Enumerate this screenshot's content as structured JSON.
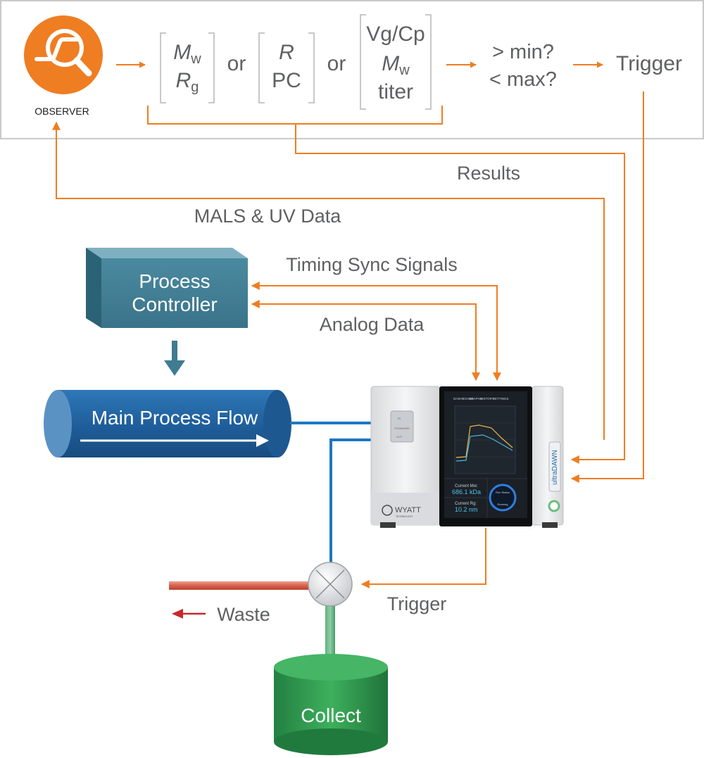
{
  "colors": {
    "accent": "#ef7d22",
    "text_gray": "#5f6062",
    "teal_box": "#3f7c91",
    "flow_blue": "#2a6aaa",
    "pipe_blue": "#1b78c2",
    "waste_red": "#c6292b",
    "collect_green": "#2f9a4e"
  },
  "observer": {
    "label": "OBSERVER",
    "icon": "magnifier-signal-icon"
  },
  "criteria": {
    "group1": {
      "line1_main": "M",
      "line1_sub": "w",
      "line2_main": "R",
      "line2_sub": "g"
    },
    "or1": "or",
    "group2": {
      "line1": "R",
      "line2": "PC"
    },
    "or2": "or",
    "group3": {
      "line1": "Vg/Cp",
      "line2_main": "M",
      "line2_sub": "w",
      "line3": "titer"
    },
    "compare_line1": "> min?",
    "compare_line2": "< max?",
    "trigger": "Trigger"
  },
  "labels": {
    "results": "Results",
    "mals_uv": "MALS & UV Data",
    "timing": "Timing Sync Signals",
    "analog": "Analog Data",
    "trigger_bottom": "Trigger",
    "waste": "Waste"
  },
  "process_controller": {
    "line1": "Process",
    "line2": "Controller"
  },
  "main_flow": {
    "label": "Main Process Flow"
  },
  "collect": {
    "label": "Collect"
  },
  "instrument": {
    "brand": "WYATT",
    "brand_sub": "TECHNOLOGY",
    "model": "ultraDAWN",
    "port_in": "IN",
    "port_standard": "STANDARD",
    "port_out": "OUT",
    "screen": {
      "tabs": [
        "DASHBOARD",
        "GRAPHS",
        "HISTORY",
        "SETTINGS"
      ],
      "mw_label": "Current Mw:",
      "mw_value": "686.1 kDa",
      "rg_label": "Current Rg:",
      "rg_value": "10.2 nm",
      "run_label": "Run Status",
      "run_state": "Running"
    }
  }
}
